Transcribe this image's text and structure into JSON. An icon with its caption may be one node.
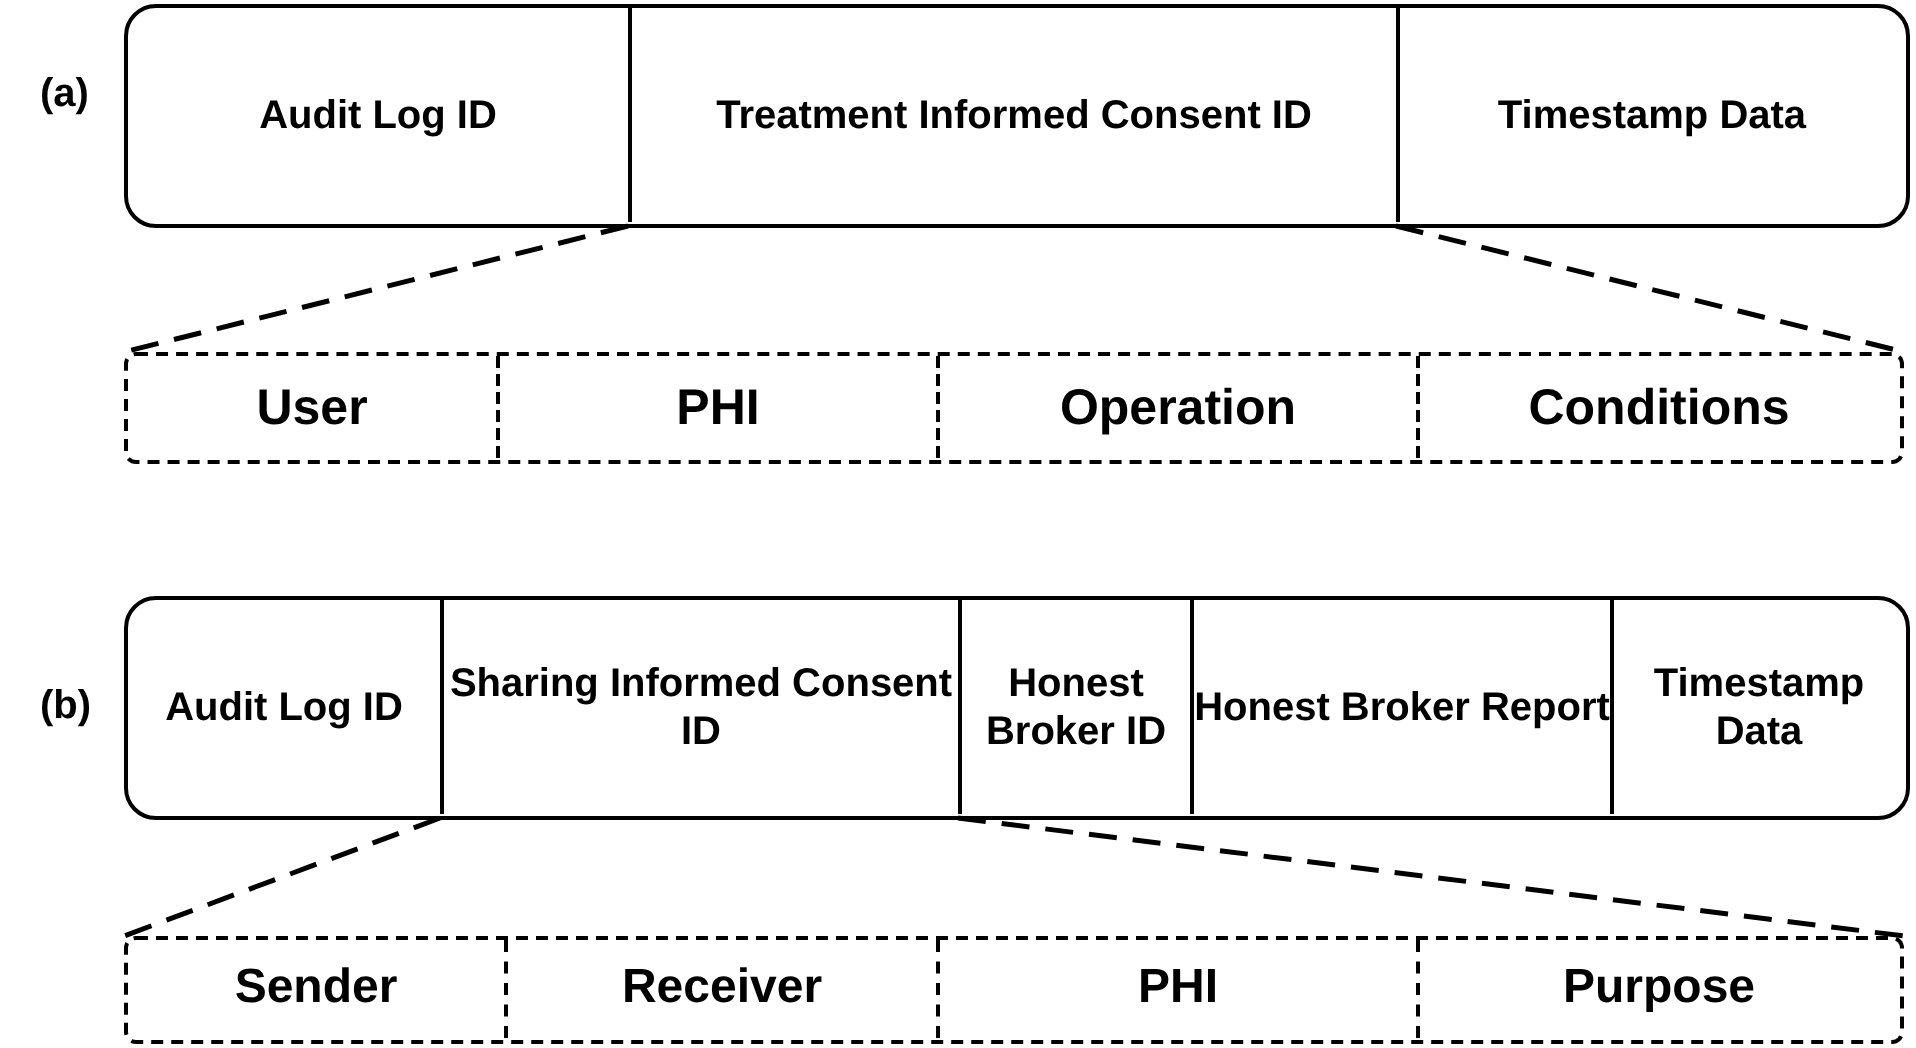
{
  "diagram": {
    "nodes": [
      {
        "text": [],
        "shape": "box",
        "beside": [
          "(a)"
        ]
      },
      {
        "text": [
          "Audit Log ID"
        ],
        "in": 0
      },
      {
        "text": [
          "Treatment Informed Consent ID"
        ],
        "in": 0
      },
      {
        "text": [
          "Timestamp Data"
        ],
        "in": 0
      },
      {
        "text": [],
        "shape": "box"
      },
      {
        "text": [
          "User"
        ],
        "in": 4
      },
      {
        "text": [
          "PHI"
        ],
        "in": 4
      },
      {
        "text": [
          "Operation"
        ],
        "in": 4
      },
      {
        "text": [
          "Conditions"
        ],
        "in": 4
      },
      {
        "text": [],
        "shape": "box",
        "beside": [
          "(b)"
        ]
      },
      {
        "text": [
          "Audit Log ID"
        ],
        "in": 9
      },
      {
        "text": [
          "Sharing Informed Consent ID"
        ],
        "in": 9
      },
      {
        "text": [
          "Honest Broker ID"
        ],
        "in": 9
      },
      {
        "text": [
          "Honest Broker Report"
        ],
        "in": 9
      },
      {
        "text": [
          "Timestamp Data"
        ],
        "in": 9
      },
      {
        "text": [],
        "shape": "box"
      },
      {
        "text": [
          "Sender"
        ],
        "in": 15
      },
      {
        "text": [
          "Receiver"
        ],
        "in": 15
      },
      {
        "text": [
          "PHI"
        ],
        "in": 15
      },
      {
        "text": [
          "Purpose"
        ],
        "in": 15
      }
    ],
    "edges": [
      {
        "from": 2,
        "to": 4,
        "arrow": "none",
        "style": "dashed"
      },
      {
        "from": 2,
        "to": 4,
        "arrow": "none",
        "style": "dashed"
      },
      {
        "from": 11,
        "to": 15,
        "arrow": "none",
        "style": "dashed"
      },
      {
        "from": 11,
        "to": 15,
        "arrow": "none",
        "style": "dashed"
      }
    ]
  }
}
